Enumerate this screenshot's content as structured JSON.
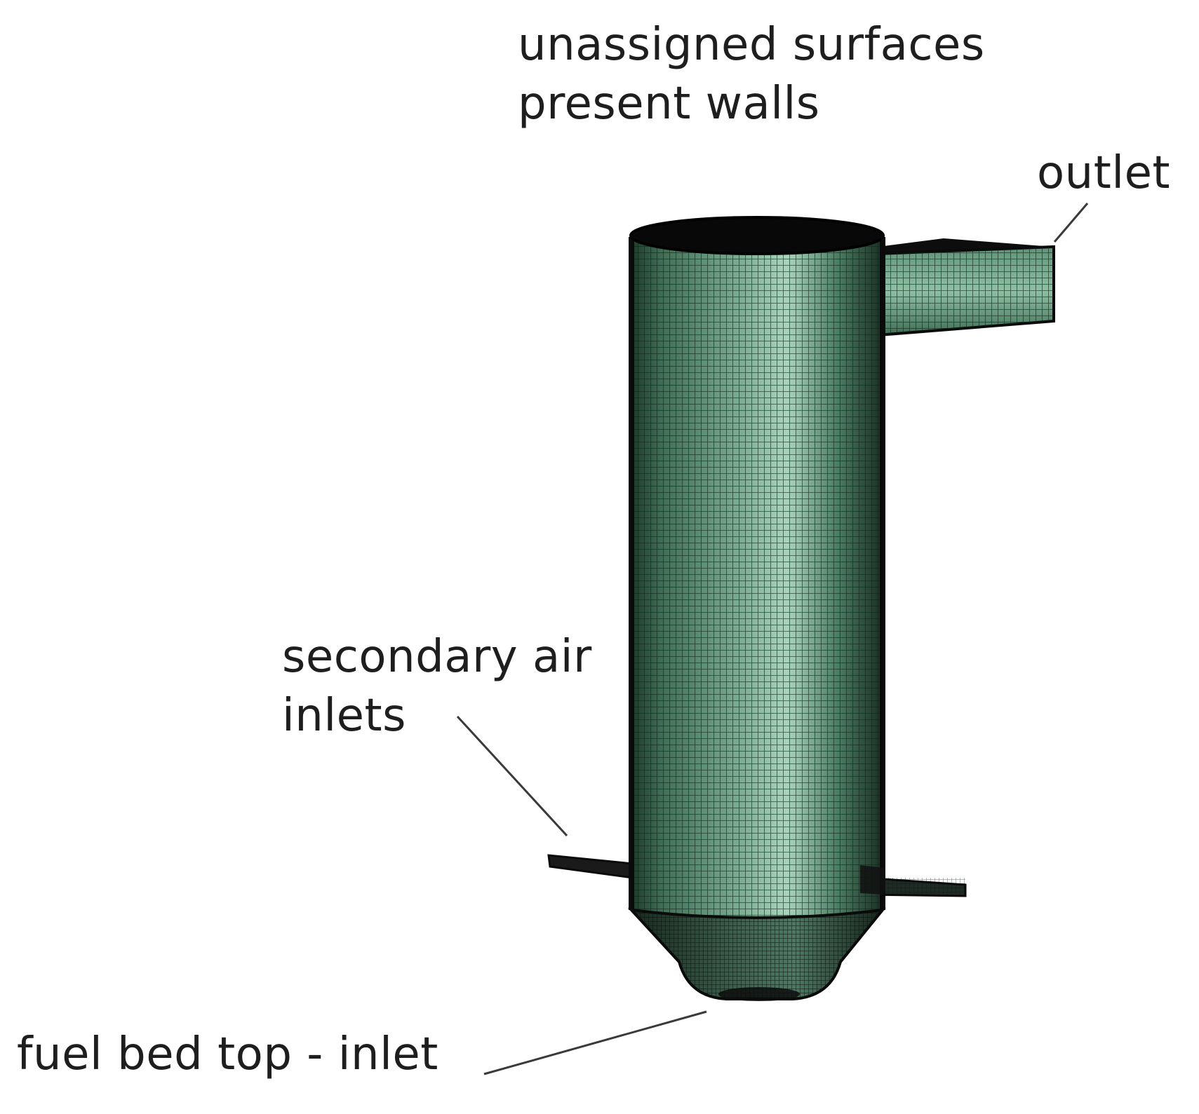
{
  "labels": {
    "walls": {
      "line1": "unassigned surfaces",
      "line2": "present walls"
    },
    "outlet": "outlet",
    "secondary_air": {
      "line1": "secondary air",
      "line2": "inlets"
    },
    "fuel_bed": "fuel bed top - inlet"
  },
  "colors": {
    "mesh_base": "#4a7c62",
    "mesh_highlight": "#cfe9da",
    "mesh_shadow": "#213a2c",
    "edge": "#0a0a0a",
    "leader_line": "#3a3a3a",
    "text": "#1e1e1e"
  }
}
